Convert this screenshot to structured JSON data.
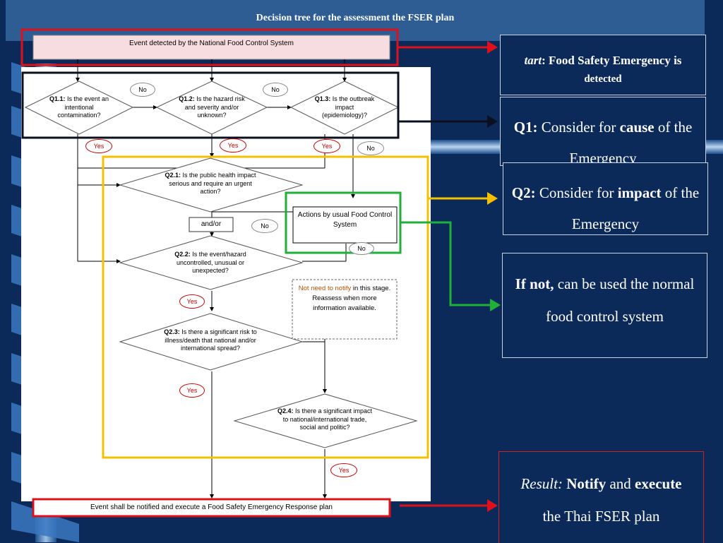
{
  "title": "Decision tree for the assessment the FSER plan",
  "start_box": "Event detected by the National Food Control System",
  "end_box": "Event shall be notified and execute a Food Safety Emergency Response plan",
  "q1_1": {
    "label": "Q1.1:",
    "text": "Is the event an intentional contamination?"
  },
  "q1_2": {
    "label": "Q1.2:",
    "text": "Is the hazard risk and severity and/or unknown?"
  },
  "q1_3": {
    "label": "Q1.3:",
    "text": "Is the outbreak impact (epidemiology)?"
  },
  "q2_1": {
    "label": "Q2.1:",
    "text": "Is the public health impact serious and require an urgent action?"
  },
  "q2_2": {
    "label": "Q2.2:",
    "text": "Is the event/hazard uncontrolled, unusual or unexpected?"
  },
  "q2_3": {
    "label": "Q2.3:",
    "text": "Is there a significant risk to illness/death that national and/or international spread?"
  },
  "q2_4": {
    "label": "Q2.4:",
    "text": "Is there a significant impact to national/international trade, social and politic?"
  },
  "actions_box": "Actions by usual Food Control System",
  "andor_box": "and/or",
  "notice": {
    "highlight": "Not need to notify",
    "rest": " in this stage. Reassess when more information available."
  },
  "yes_label": "Yes",
  "no_label": "No",
  "panels": {
    "start": {
      "italic": "tart",
      "bold": ": Food Safety Emergency is",
      "line2": "detected"
    },
    "q1": {
      "label": "Q1:",
      "pre": " Consider for ",
      "bold": "cause",
      "post": " of the Emergency"
    },
    "q2": {
      "label": "Q2:",
      "pre": " Consider for ",
      "bold": "impact",
      "post": " of the Emergency"
    },
    "ifnot": {
      "bold": "If not,",
      "rest": " can be used the normal food control system"
    },
    "result": {
      "italic": "Result:",
      "bold1": "Notify",
      "mid": " and ",
      "bold2": "execute",
      "rest": " the Thai FSER plan"
    }
  },
  "colors": {
    "background": "#0b2a5a",
    "red": "#e0101a",
    "yellow": "#f5c000",
    "green": "#1fb03a"
  }
}
